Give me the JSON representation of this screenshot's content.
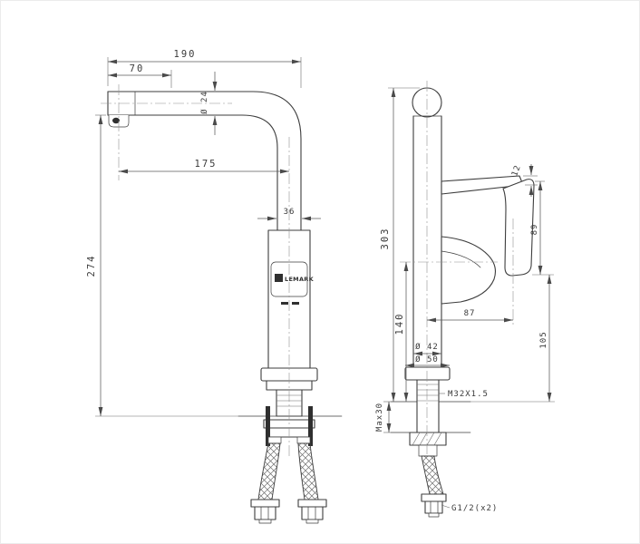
{
  "drawing": {
    "brand": "LEMARK",
    "left": {
      "spout_reach": "190",
      "spout_tip_offset": "70",
      "spout_diameter": "Ø 24",
      "spout_center_reach": "175",
      "overall_height": "274",
      "column_width": "36"
    },
    "right": {
      "overall_height": "303",
      "lever_thickness": "12",
      "handle_height": "89",
      "mount_height": "140",
      "handle_reach": "87",
      "handle_bottom_height": "105",
      "base_diameter": "Ø 42",
      "flange_diameter": "Ø 50",
      "shank_thread": "M32X1.5",
      "max_deck_thickness": "Max30",
      "hose_connection": "G1/2(x2)"
    }
  }
}
